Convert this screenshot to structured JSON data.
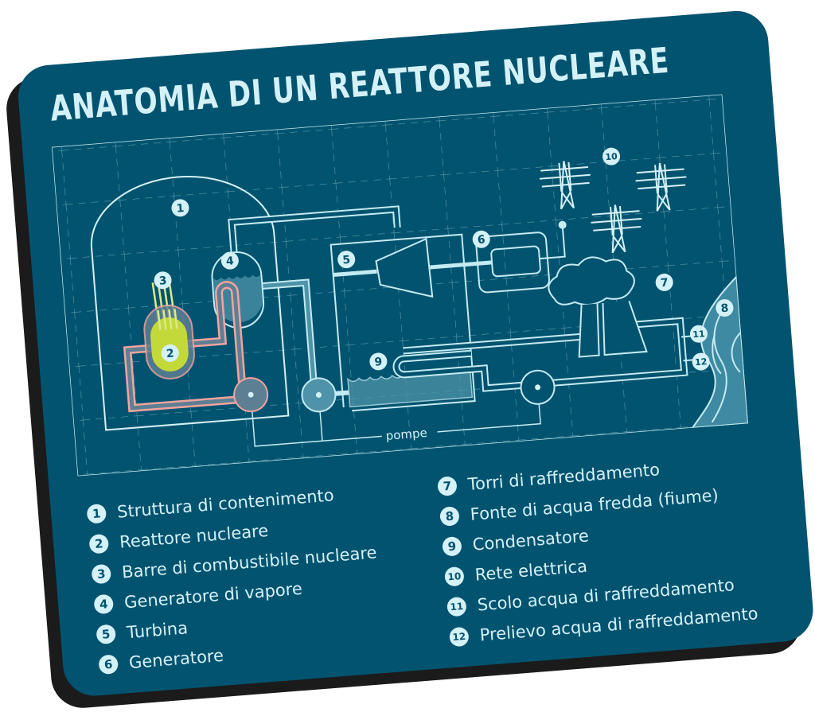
{
  "title": "ANATOMIA DI UN REATTORE NUCLEARE",
  "diagram": {
    "pumps_label": "pompe",
    "markers": [
      "1",
      "2",
      "3",
      "4",
      "5",
      "6",
      "7",
      "8",
      "9",
      "10",
      "11",
      "12"
    ]
  },
  "legend": {
    "left": [
      {
        "num": "1",
        "label": "Struttura di contenimento"
      },
      {
        "num": "2",
        "label": "Reattore nucleare"
      },
      {
        "num": "3",
        "label": "Barre di combustibile nucleare"
      },
      {
        "num": "4",
        "label": "Generatore di vapore"
      },
      {
        "num": "5",
        "label": "Turbina"
      },
      {
        "num": "6",
        "label": "Generatore"
      }
    ],
    "right": [
      {
        "num": "7",
        "label": "Torri di raffreddamento"
      },
      {
        "num": "8",
        "label": "Fonte di acqua fredda (fiume)"
      },
      {
        "num": "9",
        "label": "Condensatore"
      },
      {
        "num": "10",
        "label": "Rete elettrica"
      },
      {
        "num": "11",
        "label": "Scolo acqua di raffreddamento"
      },
      {
        "num": "12",
        "label": "Prelievo acqua di raffreddamento"
      }
    ]
  },
  "colors": {
    "card": "#02536f",
    "shadow": "#1b1b1b",
    "line": "#c4ebf3",
    "primary_loop": "#f2a39f",
    "reactor_core": "#c3d93a",
    "water": "#4f93a8"
  }
}
